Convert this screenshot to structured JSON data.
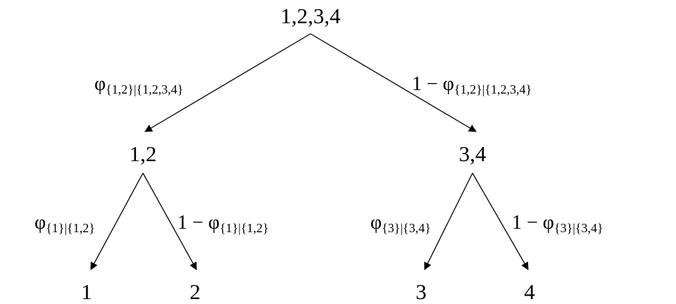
{
  "nodes": {
    "root": "1,2,3,4",
    "left": "1,2",
    "right": "3,4",
    "leaf1": "1",
    "leaf2": "2",
    "leaf3": "3",
    "leaf4": "4"
  },
  "edges": {
    "root_left": {
      "main": "φ",
      "sub": "{1,2}|{1,2,3,4}"
    },
    "root_right": {
      "main": "1 − φ",
      "sub": "{1,2}|{1,2,3,4}"
    },
    "left_1": {
      "main": "φ",
      "sub": "{1}|{1,2}"
    },
    "left_2": {
      "main": "1 − φ",
      "sub": "{1}|{1,2}"
    },
    "right_3": {
      "main": "φ",
      "sub": "{3}|{3,4}"
    },
    "right_4": {
      "main": "1 − φ",
      "sub": "{3}|{3,4}"
    }
  }
}
